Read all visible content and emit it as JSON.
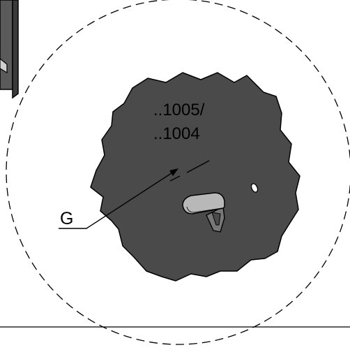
{
  "diagram": {
    "part_number_line1": "..1005/",
    "part_number_line2": "..1004",
    "callout_letter": "G"
  },
  "colors": {
    "surface_fill": "#4a4a4a",
    "bracket_fill": "#b8b8b8",
    "frame_fill": "#5a5a5a",
    "line": "#000000",
    "background": "#ffffff"
  }
}
